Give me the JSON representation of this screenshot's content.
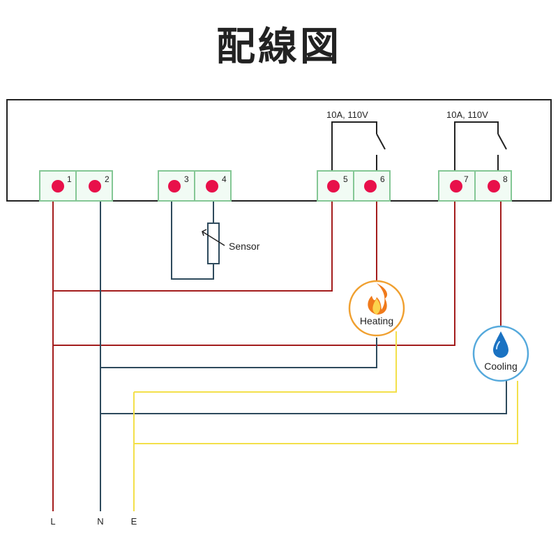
{
  "title": "配線図",
  "terminals": [
    {
      "number": "1"
    },
    {
      "number": "2"
    },
    {
      "number": "3"
    },
    {
      "number": "4"
    },
    {
      "number": "5"
    },
    {
      "number": "6"
    },
    {
      "number": "7"
    },
    {
      "number": "8"
    }
  ],
  "relays": [
    {
      "rating": "10A, 110V",
      "contacts": [
        "5",
        "6"
      ]
    },
    {
      "rating": "10A, 110V",
      "contacts": [
        "7",
        "8"
      ]
    }
  ],
  "sensor": {
    "label": "Sensor",
    "terminals": [
      "3",
      "4"
    ]
  },
  "loads": {
    "heating": {
      "label": "Heating",
      "icon": "flame-icon",
      "ring_color": "#f0a030"
    },
    "cooling": {
      "label": "Cooling",
      "icon": "water-drop-icon",
      "ring_color": "#55a9dc"
    }
  },
  "supply": {
    "line": "L",
    "neutral": "N",
    "earth": "E"
  },
  "colors": {
    "terminal_fill": "#f1fbf4",
    "terminal_border": "#84c795",
    "terminal_dot": "#e8104a",
    "line_wire": "#a31c1c",
    "neutral_wire": "#2e4a5c",
    "earth_wire": "#f3e04a"
  }
}
